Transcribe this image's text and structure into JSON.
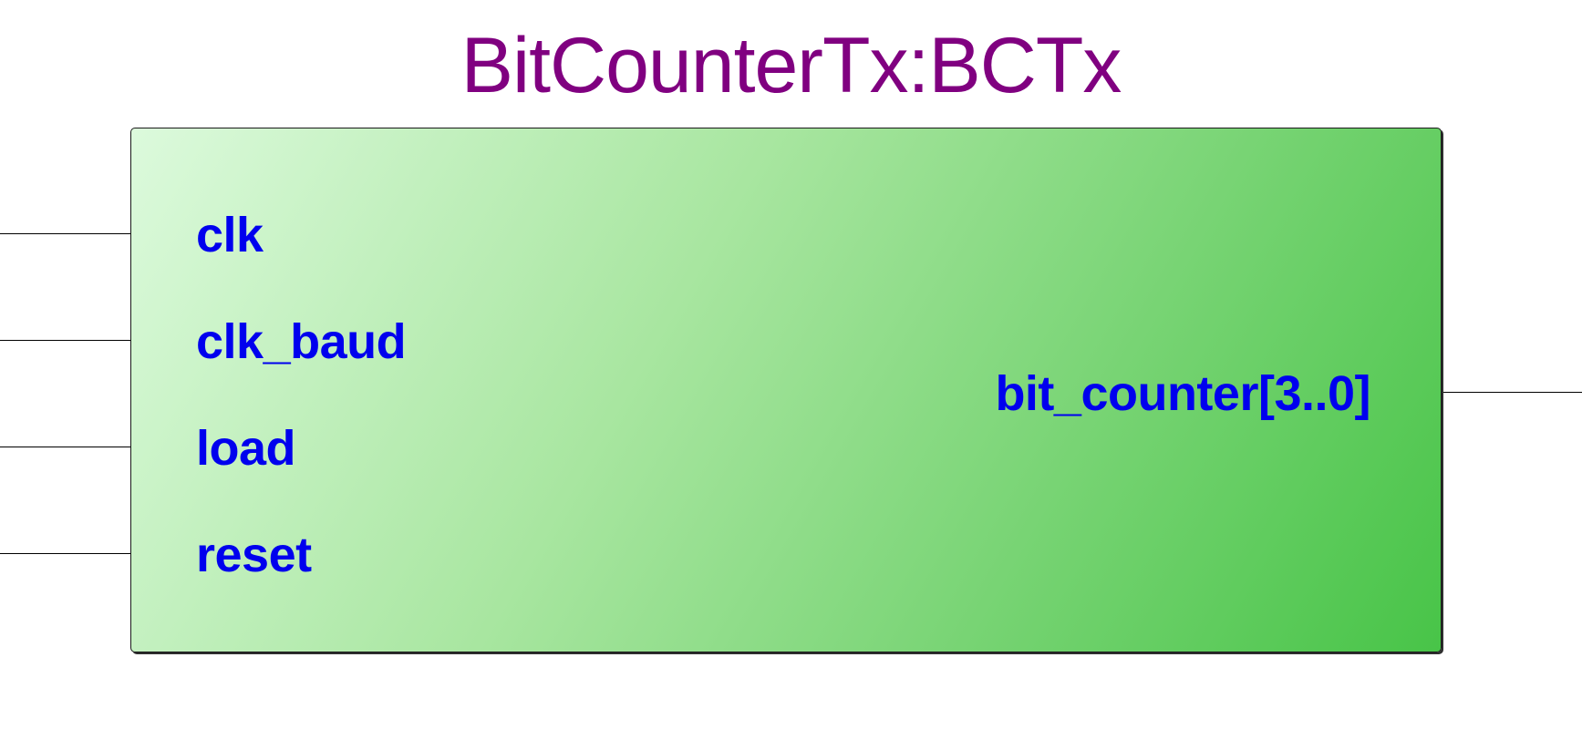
{
  "block": {
    "title": "BitCounterTx:BCTx",
    "fill_start": "#dcfadc",
    "fill_end": "#48c448",
    "title_color": "#800080",
    "port_color": "#0000ee"
  },
  "inputs": [
    {
      "label": "clk"
    },
    {
      "label": "clk_baud"
    },
    {
      "label": "load"
    },
    {
      "label": "reset"
    }
  ],
  "outputs": [
    {
      "label": "bit_counter[3..0]"
    }
  ]
}
